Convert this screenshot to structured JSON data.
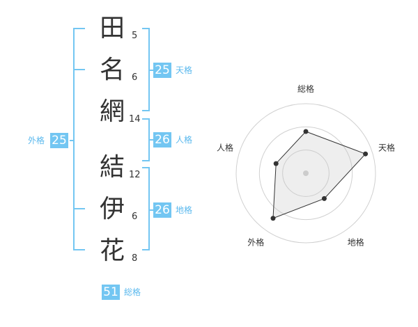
{
  "name": {
    "chars": [
      {
        "kanji": "田",
        "strokes": "5"
      },
      {
        "kanji": "名",
        "strokes": "6"
      },
      {
        "kanji": "網",
        "strokes": "14"
      },
      {
        "kanji": "結",
        "strokes": "12"
      },
      {
        "kanji": "伊",
        "strokes": "6"
      },
      {
        "kanji": "花",
        "strokes": "8"
      }
    ]
  },
  "kakusu": {
    "tenkaku": {
      "value": "25",
      "label": "天格"
    },
    "jinkaku": {
      "value": "26",
      "label": "人格"
    },
    "chikaku": {
      "value": "26",
      "label": "地格"
    },
    "gaikaku": {
      "value": "25",
      "label": "外格"
    },
    "soukaku": {
      "value": "51",
      "label": "総格"
    }
  },
  "colors": {
    "accent": "#73c6f2",
    "bracket": "#73c6f2",
    "text": "#333333"
  },
  "chart_data": {
    "type": "radar",
    "axes": [
      "総格",
      "天格",
      "地格",
      "外格",
      "人格"
    ],
    "values": [
      0.6,
      0.9,
      0.45,
      0.8,
      0.45
    ],
    "rings": 3
  }
}
